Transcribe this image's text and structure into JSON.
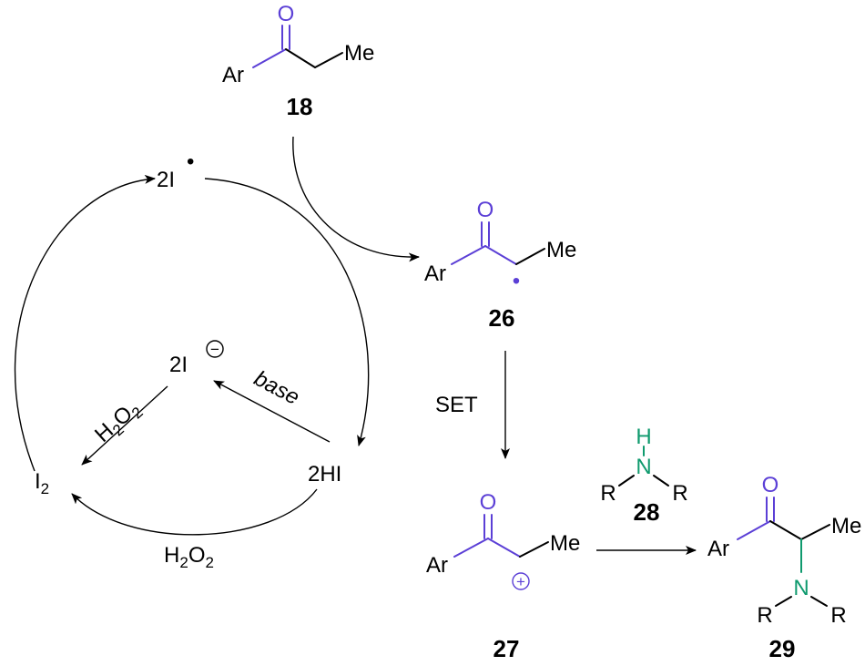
{
  "colors": {
    "carbonyl": "#5b3fd6",
    "amine": "#0f9a6e",
    "black": "#000000"
  },
  "compounds": {
    "c18": {
      "ar": "Ar",
      "o": "O",
      "me": "Me",
      "number": "18"
    },
    "c26": {
      "ar": "Ar",
      "o": "O",
      "me": "Me",
      "number": "26",
      "radical": "•"
    },
    "c27": {
      "ar": "Ar",
      "o": "O",
      "me": "Me",
      "number": "27",
      "charge": "+"
    },
    "c28": {
      "h": "H",
      "n": "N",
      "r1": "R",
      "r2": "R",
      "number": "28"
    },
    "c29": {
      "ar": "Ar",
      "o": "O",
      "me": "Me",
      "n": "N",
      "r1": "R",
      "r2": "R",
      "number": "29"
    }
  },
  "cycle": {
    "iodine_radical": "2I",
    "radical_dot": "•",
    "iodide": "2I",
    "minus": "−",
    "hi": "2HI",
    "i_sym": "I",
    "i_sub": "2",
    "base": "base",
    "h2o2": {
      "h": "H",
      "sub1": "2",
      "o": "O",
      "sub2": "2"
    }
  },
  "conditions": {
    "set": "SET"
  }
}
